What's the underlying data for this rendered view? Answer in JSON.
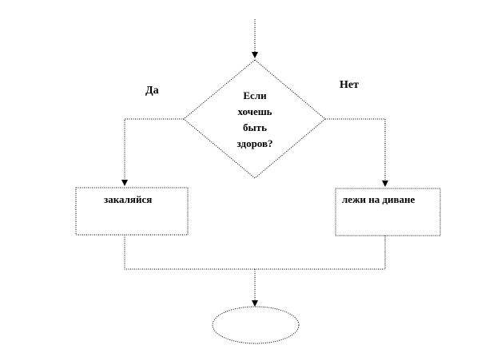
{
  "diagram": {
    "decision": {
      "lines": [
        "Если",
        "хочешь",
        "быть",
        "здоров?"
      ]
    },
    "yes_label": "Да",
    "no_label": "Нет",
    "yes_action": "закаляйся",
    "no_action": "лежи на диване",
    "end_terminator": ""
  },
  "colors": {
    "stroke": "#000000",
    "background": "#ffffff"
  }
}
